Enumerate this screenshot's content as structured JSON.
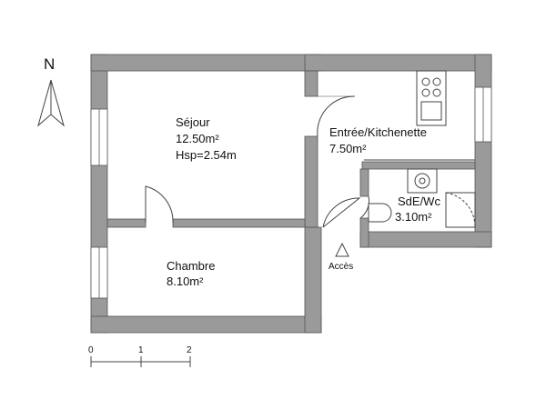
{
  "compass": {
    "north": "N"
  },
  "rooms": {
    "sejour": {
      "name": "Séjour",
      "area": "12.50m²",
      "height": "Hsp=2.54m"
    },
    "entree": {
      "name": "Entrée/Kitchenette",
      "area": "7.50m²"
    },
    "sdb": {
      "name": "SdE/Wc",
      "area": "3.10m²"
    },
    "chambre": {
      "name": "Chambre",
      "area": "8.10m²"
    }
  },
  "entrance": {
    "label": "Accès",
    "icon": "entrance-arrow-icon"
  },
  "scale": {
    "ticks": [
      "0",
      "1",
      "2"
    ],
    "unit_m": 1
  },
  "colors": {
    "wall": "#9a9a9a",
    "stroke": "#444444"
  }
}
